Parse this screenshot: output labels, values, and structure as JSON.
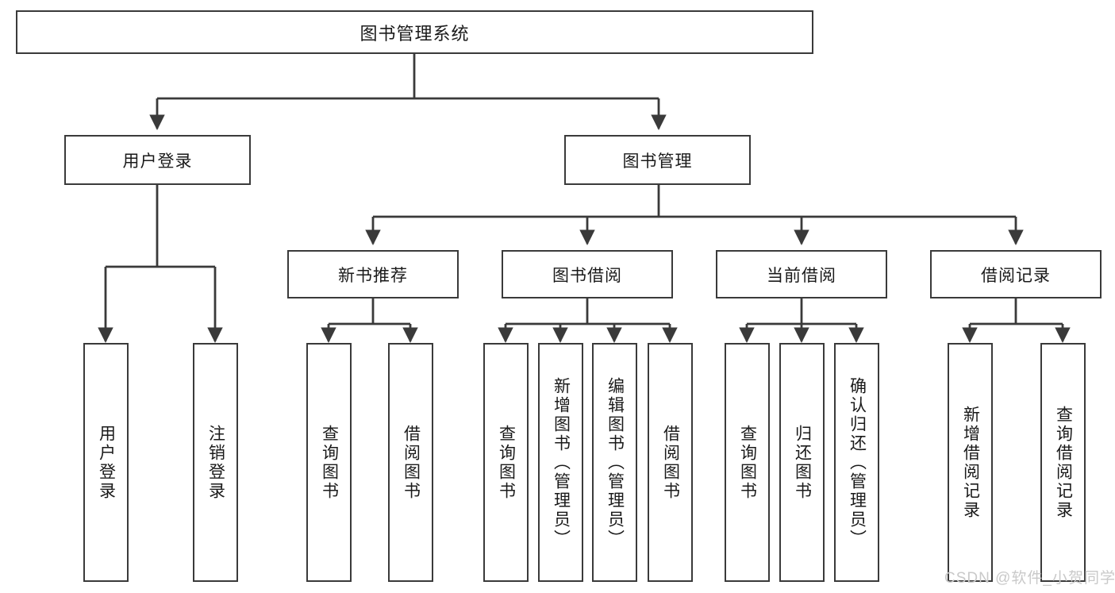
{
  "diagram": {
    "title": "图书管理系统",
    "type": "hierarchy-tree",
    "root": {
      "label": "图书管理系统"
    },
    "level2": [
      {
        "label": "用户登录"
      },
      {
        "label": "图书管理"
      }
    ],
    "level3": [
      {
        "label": "新书推荐"
      },
      {
        "label": "图书借阅"
      },
      {
        "label": "当前借阅"
      },
      {
        "label": "借阅记录"
      }
    ],
    "leaves": {
      "user_login": [
        {
          "label": "用户登录"
        },
        {
          "label": "注销登录"
        }
      ],
      "new_book_recommend": [
        {
          "label": "查询图书"
        },
        {
          "label": "借阅图书"
        }
      ],
      "book_borrow": [
        {
          "label": "查询图书"
        },
        {
          "label": "新增图书（管理员）"
        },
        {
          "label": "编辑图书（管理员）"
        },
        {
          "label": "借阅图书"
        }
      ],
      "current_borrow": [
        {
          "label": "查询图书"
        },
        {
          "label": "归还图书"
        },
        {
          "label": "确认归还（管理员）"
        }
      ],
      "borrow_record": [
        {
          "label": "新增借阅记录"
        },
        {
          "label": "查询借阅记录"
        }
      ]
    }
  },
  "watermark": {
    "text": "CSDN @软件_小贺同学"
  },
  "colors": {
    "stroke": "#3a3a3a",
    "box_fill": "#ffffff",
    "text": "#1a1a1a",
    "watermark": "#c9c9c9",
    "background": "#ffffff"
  }
}
